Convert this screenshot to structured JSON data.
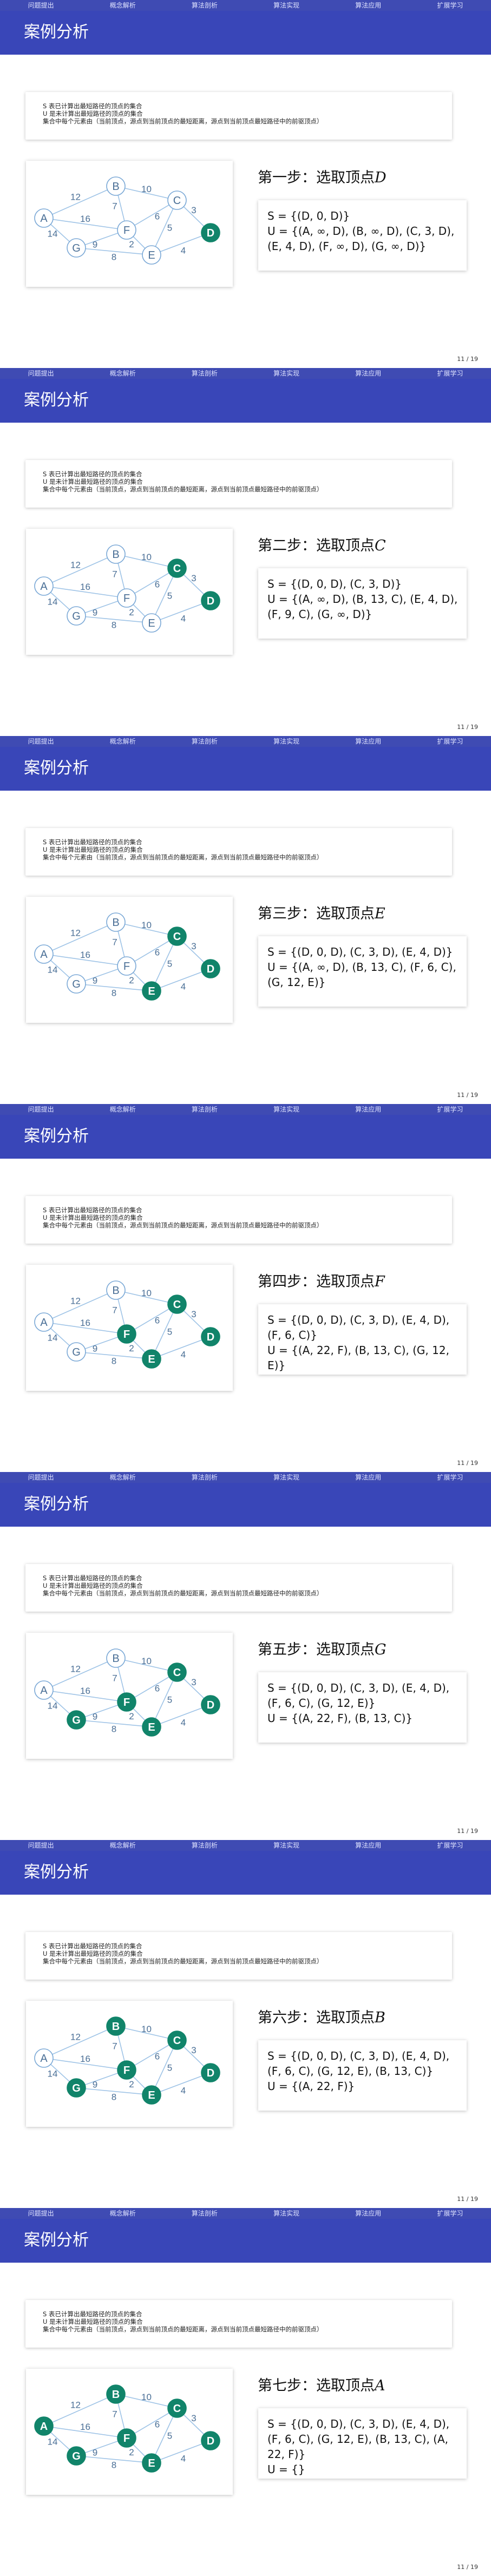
{
  "nav": [
    "问题提出",
    "概念解析",
    "算法剖析",
    "算法实现",
    "算法应用",
    "扩展学习"
  ],
  "title": "案例分析",
  "notes": [
    "S 表已计算出最短路径的顶点的集合",
    "U 是未计算出最短路径的顶点的集合",
    "集合中每个元素由（当前顶点，源点到当前顶点的最短距离，源点到当前顶点最短路径中的前驱顶点）"
  ],
  "page_number": "11 / 19",
  "colors": {
    "nav_bg": "#3f4bb3",
    "title_bg": "#3946b8",
    "node_outline": "#7aa8d6",
    "node_fill": "#11846a",
    "edge": "#9ec3e6"
  },
  "graph": {
    "nodes": [
      "A",
      "B",
      "C",
      "D",
      "E",
      "F",
      "G"
    ],
    "edges": [
      {
        "from": "A",
        "to": "B",
        "weight": "12"
      },
      {
        "from": "A",
        "to": "F",
        "weight": "16"
      },
      {
        "from": "A",
        "to": "G",
        "weight": "14"
      },
      {
        "from": "B",
        "to": "C",
        "weight": "10"
      },
      {
        "from": "B",
        "to": "F",
        "weight": "7"
      },
      {
        "from": "C",
        "to": "F",
        "weight": "6"
      },
      {
        "from": "C",
        "to": "E",
        "weight": "5"
      },
      {
        "from": "C",
        "to": "D",
        "weight": "3"
      },
      {
        "from": "D",
        "to": "E",
        "weight": "4"
      },
      {
        "from": "F",
        "to": "E",
        "weight": "2"
      },
      {
        "from": "F",
        "to": "G",
        "weight": "9"
      },
      {
        "from": "G",
        "to": "E",
        "weight": "8"
      }
    ]
  },
  "slides": [
    {
      "step_label": "第一步：选取顶点",
      "vertex": "D",
      "S": "S = {(D, 0, D)}",
      "U": "U = {(A, ∞, D), (B, ∞, D), (C, 3, D), (E, 4, D), (F, ∞, D), (G, ∞, D)}",
      "visited": [
        "D"
      ]
    },
    {
      "step_label": "第二步：选取顶点",
      "vertex": "C",
      "S": "S = {(D, 0, D), (C, 3, D)}",
      "U": "U = {(A, ∞, D), (B, 13, C), (E, 4, D), (F, 9, C), (G, ∞, D)}",
      "visited": [
        "D",
        "C"
      ]
    },
    {
      "step_label": "第三步：选取顶点",
      "vertex": "E",
      "S": "S = {(D, 0, D), (C, 3, D), (E, 4, D)}",
      "U": "U = {(A, ∞, D), (B, 13, C), (F, 6, C), (G, 12, E)}",
      "visited": [
        "D",
        "C",
        "E"
      ]
    },
    {
      "step_label": "第四步：选取顶点",
      "vertex": "F",
      "S": "S = {(D, 0, D), (C, 3, D), (E, 4, D), (F, 6, C)}",
      "U": "U = {(A, 22, F), (B, 13, C), (G, 12, E)}",
      "visited": [
        "D",
        "C",
        "E",
        "F"
      ]
    },
    {
      "step_label": "第五步：选取顶点",
      "vertex": "G",
      "S": "S = {(D, 0, D), (C, 3, D), (E, 4, D), (F, 6, C), (G, 12, E)}",
      "U": "U = {(A, 22, F), (B, 13, C)}",
      "visited": [
        "D",
        "C",
        "E",
        "F",
        "G"
      ]
    },
    {
      "step_label": "第六步：选取顶点",
      "vertex": "B",
      "S": "S = {(D, 0, D), (C, 3, D), (E, 4, D), (F, 6, C), (G, 12, E), (B, 13, C)}",
      "U": "U = {(A, 22, F)}",
      "visited": [
        "D",
        "C",
        "E",
        "F",
        "G",
        "B"
      ]
    },
    {
      "step_label": "第七步：选取顶点",
      "vertex": "A",
      "S": "S = {(D, 0, D), (C, 3, D), (E, 4, D), (F, 6, C), (G, 12, E), (B, 13, C), (A, 22, F)}",
      "U": "U = {}",
      "visited": [
        "D",
        "C",
        "E",
        "F",
        "G",
        "B",
        "A"
      ]
    }
  ]
}
